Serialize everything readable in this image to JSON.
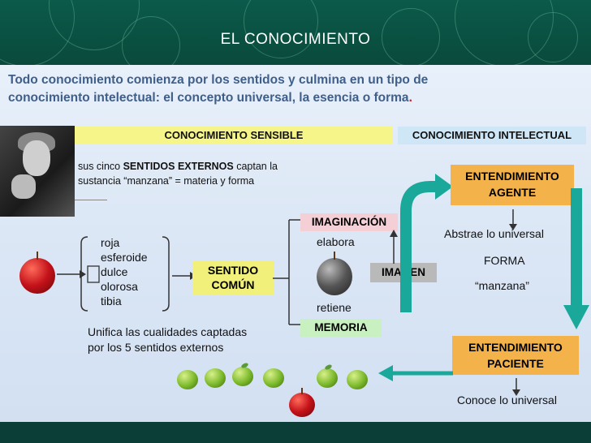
{
  "title": "EL CONOCIMIENTO",
  "intro": {
    "line1": "Todo conocimiento comienza por los sentidos y culmina en un tipo de",
    "line2": "conocimiento intelectual: el concepto universal, la esencia o forma",
    "end": "."
  },
  "sections": {
    "sensible": "CONOCIMIENTO SENSIBLE",
    "intelectual": "CONOCIMIENTO INTELECTUAL"
  },
  "senses_text": {
    "pre": "sus cinco ",
    "bold": "SENTIDOS EXTERNOS",
    "post": " captan la",
    "line2": "sustancia  “manzana” = materia y forma"
  },
  "qualities": [
    "roja",
    "esferoide",
    "dulce",
    "olorosa",
    "tibia"
  ],
  "sentido_comun": {
    "line1": "SENTIDO",
    "line2": "COMÚN"
  },
  "unifica": {
    "line1": "Unifica las cualidades captadas",
    "line2": "por los 5 sentidos externos"
  },
  "imaginacion": "IMAGINACIÓN",
  "elabora": "elabora",
  "imagen": "IMAGEN",
  "retiene": "retiene",
  "memoria": "MEMORIA",
  "agente": {
    "line1": "ENTENDIMIENTO",
    "line2": "AGENTE"
  },
  "abstrae": "Abstrae lo universal",
  "forma": "FORMA",
  "manzana": "“manzana”",
  "paciente": {
    "line1": "ENTENDIMIENTO",
    "line2": "PACIENTE"
  },
  "conoce": "Conoce lo universal",
  "colors": {
    "header_bg": "#0b5a4a",
    "yellow_bar": "#f6f58a",
    "blue_bar": "#cfe6f7",
    "sentido_box": "#f1f07a",
    "imaginacion_box": "#f4cfd6",
    "imagen_box": "#b9b9b9",
    "memoria_box": "#c8f0c0",
    "entendimiento_box": "#f4b24a",
    "arrow_teal": "#1aa89a"
  }
}
